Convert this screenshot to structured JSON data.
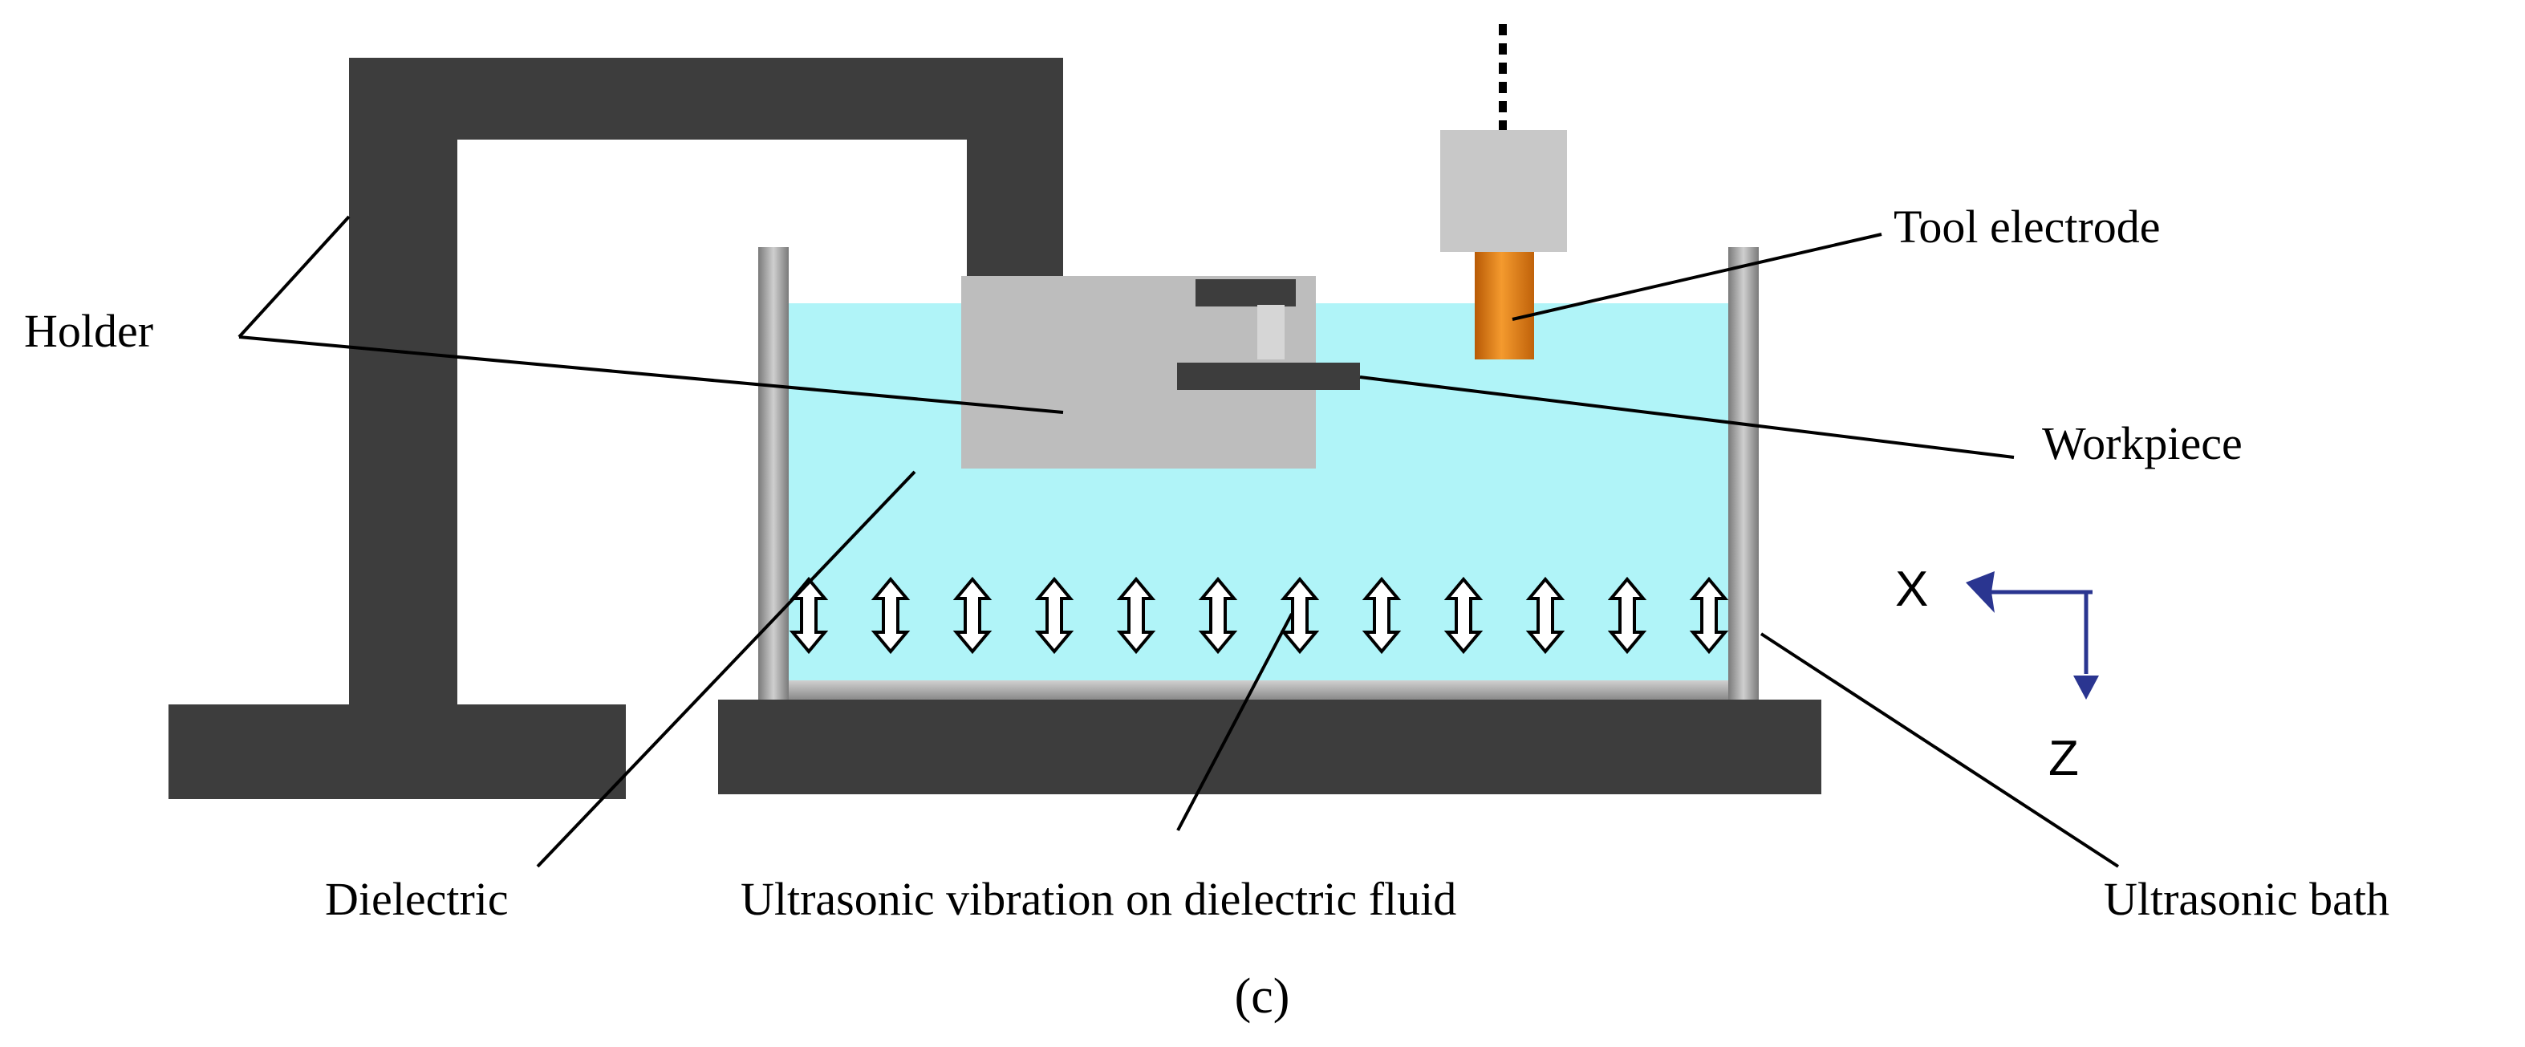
{
  "labels": {
    "holder": "Holder",
    "tool_electrode": "Tool electrode",
    "workpiece": "Workpiece",
    "dielectric": "Dielectric",
    "vibration": "Ultrasonic vibration on dielectric fluid",
    "bath": "Ultrasonic bath",
    "panel": "(c)"
  },
  "axes": {
    "x": "X",
    "z": "Z"
  },
  "colors": {
    "frame": "#3d3d3d",
    "fluid": "#b0f4f8",
    "wall": "#9a9a9a",
    "block": "#bdbdbd",
    "tool_holder": "#c8c8c8",
    "tool": "#e8790f",
    "axis_arrow": "#2a3590",
    "leader": "#000000"
  },
  "vibration_arrow_count": 12
}
